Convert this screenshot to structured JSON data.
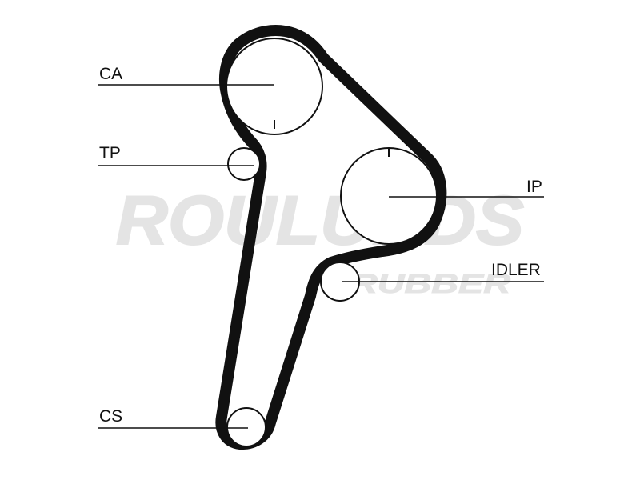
{
  "diagram": {
    "labels": {
      "ca": "CA",
      "tp": "TP",
      "ip": "IP",
      "idler": "IDLER",
      "cs": "CS"
    }
  },
  "watermark": {
    "line1": "ROULUNDS",
    "line2": "RUBBER"
  },
  "colors": {
    "belt": "#111111",
    "pulley_fill": "#ffffff",
    "leader_line": "#111111",
    "watermark": "#e4e4e4"
  }
}
